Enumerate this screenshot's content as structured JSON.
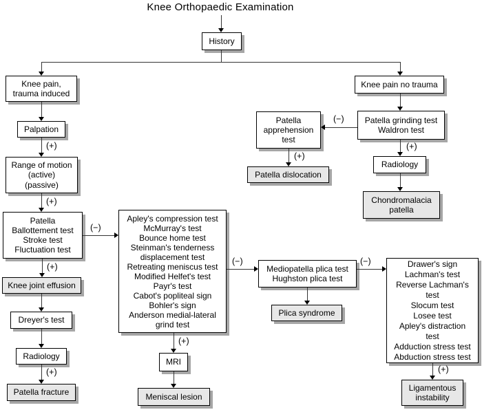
{
  "title": "Knee Orthopaedic Examination",
  "labels": {
    "plus": "(+)",
    "minus": "(−)"
  },
  "colors": {
    "box_fill": "#ffffff",
    "shaded_fill": "#e7e7e7",
    "border": "#000000",
    "shadow": "#a6a6a6",
    "line": "#333333"
  },
  "nodes": {
    "history": {
      "label": "History"
    },
    "knee_pain_trauma": {
      "label": "Knee pain,\ntrauma induced"
    },
    "palpation": {
      "label": "Palpation"
    },
    "range_of_motion": {
      "label": "Range of motion\n(active)\n(passive)"
    },
    "effusion_tests": {
      "label": "Patella\nBallottement test\nStroke test\nFluctuation test"
    },
    "knee_joint_effusion": {
      "label": "Knee joint effusion"
    },
    "dreyers_test": {
      "label": "Dreyer's test"
    },
    "radiology_left": {
      "label": "Radiology"
    },
    "patella_fracture": {
      "label": "Patella fracture"
    },
    "meniscus_tests": {
      "label": "Apley's compression test\nMcMurray's test\nBounce home test\nSteinman's tenderness\ndisplacement test\nRetreating meniscus test\nModified Helfet's test\nPayr's test\nCabot's popliteal sign\nBohler's sign\nAnderson medial-lateral\ngrind test"
    },
    "mri": {
      "label": "MRI"
    },
    "meniscal_lesion": {
      "label": "Meniscal lesion"
    },
    "plica_tests": {
      "label": "Mediopatella plica test\nHughston plica test"
    },
    "plica_syndrome": {
      "label": "Plica syndrome"
    },
    "ligament_tests": {
      "label": "Drawer's sign\nLachman's test\nReverse Lachman's\ntest\nSlocum test\nLosee test\nApley's distraction\ntest\nAdduction stress test\nAbduction stress test"
    },
    "ligamentous_instability": {
      "label": "Ligamentous\ninstability"
    },
    "knee_pain_no_trauma": {
      "label": "Knee pain no trauma"
    },
    "grinding_tests": {
      "label": "Patella grinding test\nWaldron test"
    },
    "apprehension_test": {
      "label": "Patella\napprehension\ntest"
    },
    "patella_dislocation": {
      "label": "Patella dislocation"
    },
    "radiology_right": {
      "label": "Radiology"
    },
    "chondromalacia": {
      "label": "Chondromalacia\npatella"
    }
  }
}
